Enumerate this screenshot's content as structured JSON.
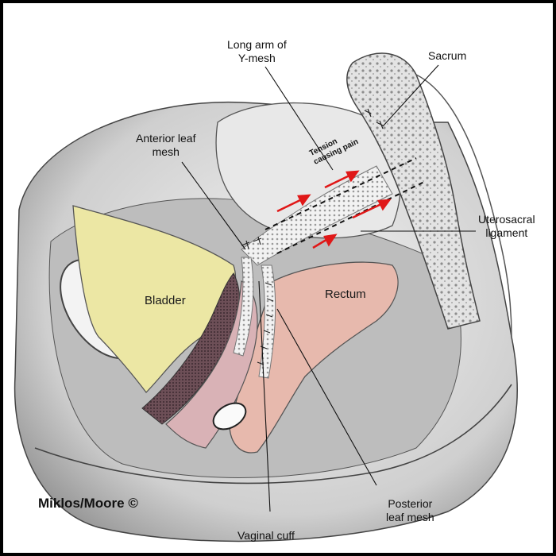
{
  "labels": {
    "long_arm": [
      "Long arm of",
      "Y-mesh"
    ],
    "sacrum": "Sacrum",
    "anterior_leaf": [
      "Anterior leaf",
      "mesh"
    ],
    "tension": [
      "Tension",
      "causing pain"
    ],
    "uterosacral": [
      "Uterosacral",
      "ligament"
    ],
    "bladder": "Bladder",
    "rectum": "Rectum",
    "posterior_leaf": [
      "Posterior",
      "leaf mesh"
    ],
    "vaginal_cuff": "Vaginal cuff"
  },
  "credit": "Miklos/Moore ©",
  "colors": {
    "bladder": "#ece7a4",
    "rectum": "#e7b9ad",
    "vagina": "#d9b2b6",
    "vaginal_wall": "#7a5a62",
    "tension_arrow": "#e01818",
    "tissue_shade": "#cfcfcf",
    "bone": "#dcdcdc"
  }
}
